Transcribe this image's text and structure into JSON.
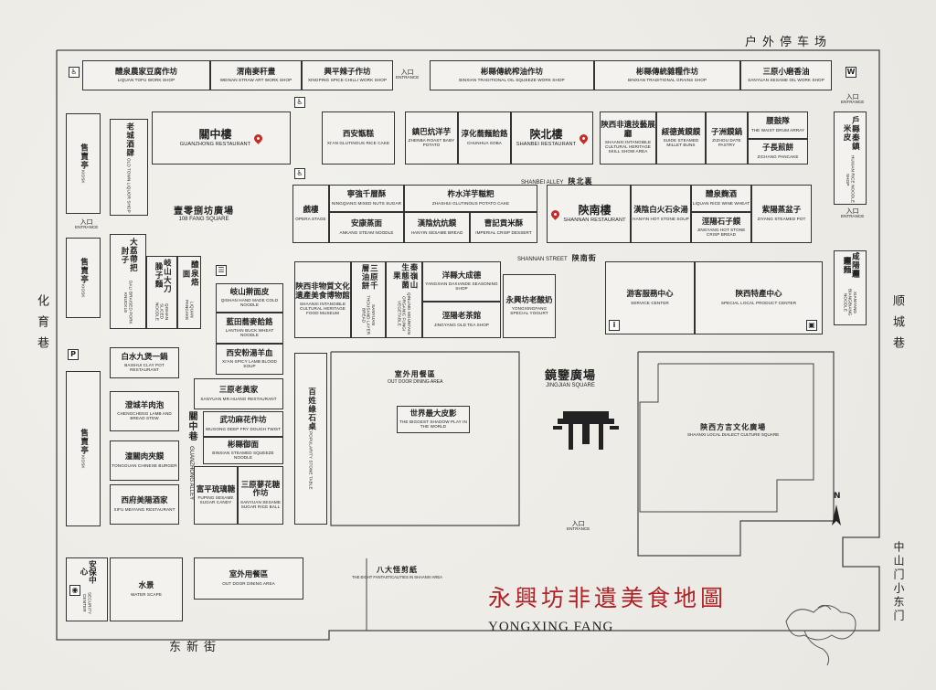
{
  "streets": {
    "top_parking": "户外停车场",
    "left": "化育巷",
    "right": "顺城巷",
    "bottom": "东新街",
    "bottom_right": "中山门小东门"
  },
  "title": {
    "zh": "永興坊非遺美食地圖",
    "en": "YONGXING FANG"
  },
  "compass": "N",
  "entrances": {
    "zh": "入口",
    "en": "ENTRANCE"
  },
  "alleys": {
    "shanbei": {
      "en": "SHANBEI ALLEY",
      "zh": "陕北裏"
    },
    "shannan": {
      "en": "SHANNAN STREET",
      "zh": "陕南街"
    },
    "guanzhong": {
      "zh": "關中巷",
      "en": "GUANZHONG ALLEY"
    }
  },
  "squares": {
    "fang108": {
      "zh": "壹零捌坊廣場",
      "en": "108 FANG SQUARE"
    },
    "jingjian": {
      "zh": "鏡鑒廣場",
      "en": "JINGJIAN SQUARE"
    }
  },
  "shops": {
    "liquan_tofu": {
      "zh": "醴泉農家豆腐作坊",
      "en": "LIQUAN TOFU WORK SHOP"
    },
    "weinan_straw": {
      "zh": "渭南麥秆畫",
      "en": "WEINAN STRAW ART WORK SHOP"
    },
    "xingping_chili": {
      "zh": "興平辣子作坊",
      "en": "XINGPING SPICE CHILLI WORK SHOP"
    },
    "binxian_oil": {
      "zh": "彬縣傳統榨油作坊",
      "en": "BINXIAN TRADITIONAL OIL SQUEEZE WORK SHOP"
    },
    "binxian_grains": {
      "zh": "彬縣傳統雜糧作坊",
      "en": "BINXIAN TRADITIONAL GRAINS SHOP"
    },
    "sanyuan_sesame": {
      "zh": "三原小磨香油",
      "en": "SANYUAN SESAME OIL WORK SHOP"
    },
    "guanzhong_rest": {
      "zh": "關中樓",
      "en": "GUANZHONG RESTAURANT"
    },
    "xian_glutinous": {
      "zh": "西安甑糕",
      "en": "XI'AN GLUTINOUS RICE CAKE"
    },
    "zhenba_potato": {
      "zh": "鎮巴炕洋芋",
      "en": "ZHENBA ROAST BABY POTATO"
    },
    "chunhua_soba": {
      "zh": "淳化蕎麵餄餎",
      "en": "CHUNHUA SOBA"
    },
    "shanbei_rest": {
      "zh": "陝北樓",
      "en": "SHANBEI RESTAURANT"
    },
    "shaanxi_skill": {
      "zh": "陝西非遺技藝展廳",
      "en": "SHAANXI INTANGIBLE CULTURAL HERITAGE SKILL SHOW AREA"
    },
    "suide_buns": {
      "zh": "綏德黃饃饃",
      "en": "SUIDE STEAMED MILLET BUNS"
    },
    "zizhou_pastry": {
      "zh": "子洲饃鍋",
      "en": "ZIZHOU DATE PASTRY"
    },
    "waist_drum": {
      "zh": "腰鼓隊",
      "en": "THE WAIST DRUM ARRAY"
    },
    "zichang_pancake": {
      "zh": "子長煎餅",
      "en": "ZICHANG PANCAKE"
    },
    "huxian_noodle": {
      "zh": "戶縣秦鎮米皮",
      "en": "HUXIAN RICE NOODLE SHOP"
    },
    "old_town_liquor": {
      "zh": "老城酒肆",
      "en": "OLD TOWN LIQUOR SHOP"
    },
    "kiosk": {
      "zh": "售賣亭",
      "en": "KIOSK"
    },
    "ningqiang": {
      "zh": "寧強千層酥",
      "en": "NINGQIANG MIXED NUTS SUGAR"
    },
    "zhashui_potato": {
      "zh": "柞水洋芋糍粑",
      "en": "ZHASHUI GLUTINOUS POTATO CAKE"
    },
    "opera_stage": {
      "zh": "戲樓",
      "en": "OPERA STAGE"
    },
    "ankang_noodle": {
      "zh": "安康蒸面",
      "en": "ANKANG STEAM NOODLE"
    },
    "hanyin_bread": {
      "zh": "漢陰炕炕饃",
      "en": "HANYIN SESAME BREAD"
    },
    "imperial_dessert": {
      "zh": "曹記貢米酥",
      "en": "IMPERIAL CRISP DESSERT"
    },
    "shannan_rest": {
      "zh": "陝南樓",
      "en": "SHANNAN RESTAURANT"
    },
    "hanyin_soup": {
      "zh": "漢陰白火石汆湯",
      "en": "HANYIN HOT STONE SOUP"
    },
    "liquan_wine": {
      "zh": "醴泉麴酒",
      "en": "LIQUAN RICE WINE WHEAT"
    },
    "jingyang_bread": {
      "zh": "涇陽石子饃",
      "en": "JINGYANG HOT STONE CRISP BREAD"
    },
    "ziyang_pot": {
      "zh": "紫陽蒸盆子",
      "en": "ZIYANG STEAMED POT"
    },
    "xianyang_noodle": {
      "zh": "咸陽𰻞𰻞麵",
      "en": "XIANYANG BIANGBIANG NOODLE"
    },
    "dali_noodle": {
      "zh": "大荔帶把肘子",
      "en": "DALI BRAISED PORK KNUCKLE"
    },
    "qishan_sliced": {
      "zh": "岐山大刀臊子麵",
      "en": "QISHAN SLICED NOODLE"
    },
    "liquan_pancake": {
      "zh": "醴泉烙面",
      "en": "LIQUAN PANCAKE"
    },
    "qishan_cold": {
      "zh": "岐山擀面皮",
      "en": "QISHAN HAND MADE COLD NOODLE"
    },
    "lantian_noodle": {
      "zh": "藍田蕎麥餄餎",
      "en": "LANTIAN BUCK WHEAT NOODLE"
    },
    "xian_lamb_soup": {
      "zh": "西安粉湯羊血",
      "en": "XI'AN SPICY LAMB BLOOD SOUP"
    },
    "food_museum": {
      "zh": "陝西非物質文化遺產美食博物館",
      "en": "SHAANXI INTANGIBLE CULTURAL HERITAGE FOOD MUSEUM"
    },
    "sanyuan_bread": {
      "zh": "三原千層油餅",
      "en": "SANYUAN THOUSAND LAYER BREAD"
    },
    "qinling_veg": {
      "zh": "秦嶺山生態菌果",
      "en": "QINLING MOUNTAIN ORGANIC FUNGI VEGETABLE"
    },
    "yangxian_seasoning": {
      "zh": "洋縣大成德",
      "en": "YANGXIAN DAXIANDE SEASONING SHOP"
    },
    "jingyang_tea": {
      "zh": "涇陽老茶館",
      "en": "JINGYANG OLD TEA SHOP"
    },
    "yongxing_yogurt": {
      "zh": "永興坊老酸奶",
      "en": "YONGXINGFANG SPECIAL YOGURT"
    },
    "service_center": {
      "zh": "游客服務中心",
      "en": "SERVICE CENTER"
    },
    "product_center": {
      "zh": "陝西特產中心",
      "en": "SPECIAL LOCAL PRODUCT CENTER"
    },
    "baishui_clay": {
      "zh": "白水九煲一鍋",
      "en": "BAISHUI CLAY POT RESTAURANT"
    },
    "sanyuan_huang": {
      "zh": "三原老黃家",
      "en": "SANYUAN MR.HUANG RESTAURANT"
    },
    "chengcheng_lamb": {
      "zh": "澄城羊肉泡",
      "en": "CHENGCHENG LAMB AND BREAD STEW"
    },
    "wugong_twist": {
      "zh": "武功麻花作坊",
      "en": "WUGONG DEEP FRY DOUGH TWIST"
    },
    "binxian_noodle": {
      "zh": "彬縣御面",
      "en": "BINXIAN STEAMED SQUEEZE NOODLE"
    },
    "tongguan_burger": {
      "zh": "潼關肉夾饃",
      "en": "TONGGUAN CHINESE BURGER"
    },
    "fuping_candy": {
      "zh": "富平琉璃糖",
      "en": "FUPING SESAME SUGAR CANDY"
    },
    "sanyuan_ball": {
      "zh": "三原蓼花糖作坊",
      "en": "SANYUAN SESAME SUGAR RICE BALL"
    },
    "xifu_restaurant": {
      "zh": "西府美陽酒家",
      "en": "XIFU MEIYANG RESTAURANT"
    },
    "popularity_table": {
      "zh": "百姓綠石桌",
      "en": "POPULARITY STONE TABLE"
    },
    "outdoor_dining_1": {
      "zh": "室外用餐區",
      "en": "OUT DOOR DINING AREA"
    },
    "biggest_shadow": {
      "zh": "世界最大皮影",
      "en": "THE BIGGEST SHADOW PLAY IN THE WORLD"
    },
    "dialect_square": {
      "zh": "陝西方言文化廣場",
      "en": "SHAANXI LOCAL DIALECT CULTURE SQUARE"
    },
    "security": {
      "zh": "安保中心",
      "en": "SECURITY CENTER"
    },
    "water_scape": {
      "zh": "水景",
      "en": "WATER SCAPE"
    },
    "outdoor_dining_2": {
      "zh": "室外用餐區",
      "en": "OUT DOOR DINING AREA"
    },
    "eight_fantastics": {
      "zh": "八大怪剪紙",
      "en": "THE EIGHT FANTASTICALITIES IN SHAANXI AREA"
    }
  },
  "colors": {
    "pin": "#c62b26",
    "title": "#b02226",
    "ink": "#222222",
    "paper": "#eceae4"
  }
}
